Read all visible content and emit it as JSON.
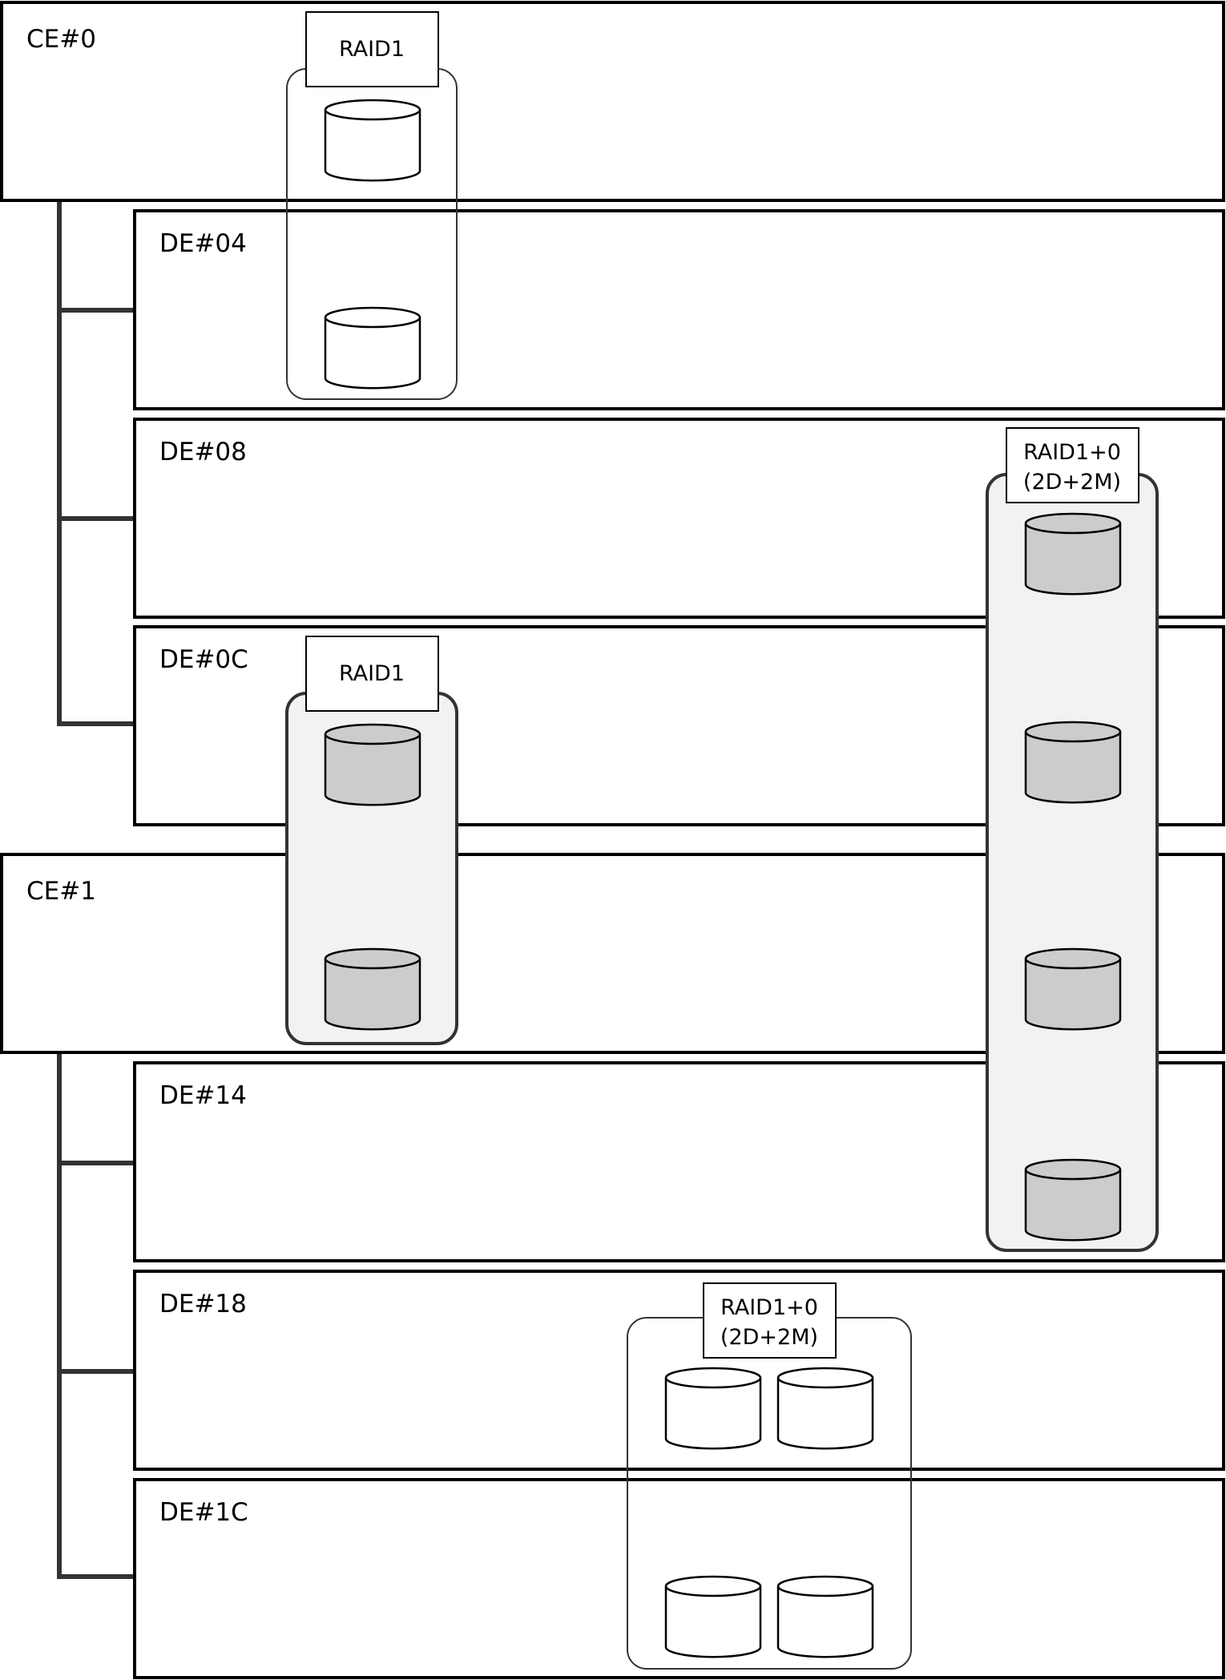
{
  "enclosures": [
    {
      "id": "ce0",
      "label": "CE#0",
      "type": "CE"
    },
    {
      "id": "de04",
      "label": "DE#04",
      "type": "DE"
    },
    {
      "id": "de08",
      "label": "DE#08",
      "type": "DE"
    },
    {
      "id": "de0c",
      "label": "DE#0C",
      "type": "DE"
    },
    {
      "id": "ce1",
      "label": "CE#1",
      "type": "CE"
    },
    {
      "id": "de14",
      "label": "DE#14",
      "type": "DE"
    },
    {
      "id": "de18",
      "label": "DE#18",
      "type": "DE"
    },
    {
      "id": "de1c",
      "label": "DE#1C",
      "type": "DE"
    }
  ],
  "raid_groups": [
    {
      "id": "raid-group-1",
      "label_lines": [
        "RAID1"
      ],
      "style": "outline",
      "disk_count": 2
    },
    {
      "id": "raid-group-2",
      "label_lines": [
        "RAID1+0",
        "(2D+2M)"
      ],
      "style": "shaded",
      "disk_count": 4
    },
    {
      "id": "raid-group-3",
      "label_lines": [
        "RAID1"
      ],
      "style": "shaded",
      "disk_count": 2
    },
    {
      "id": "raid-group-4",
      "label_lines": [
        "RAID1+0",
        "(2D+2M)"
      ],
      "style": "outline",
      "disk_count": 4
    }
  ],
  "colors": {
    "line": "#000000",
    "bus": "#333333",
    "shaded_group_fill": "#f2f2f2",
    "shaded_group_stroke": "#333333",
    "outline_group_stroke": "#333333",
    "disk_white": "#ffffff",
    "disk_gray": "#cccccc"
  }
}
